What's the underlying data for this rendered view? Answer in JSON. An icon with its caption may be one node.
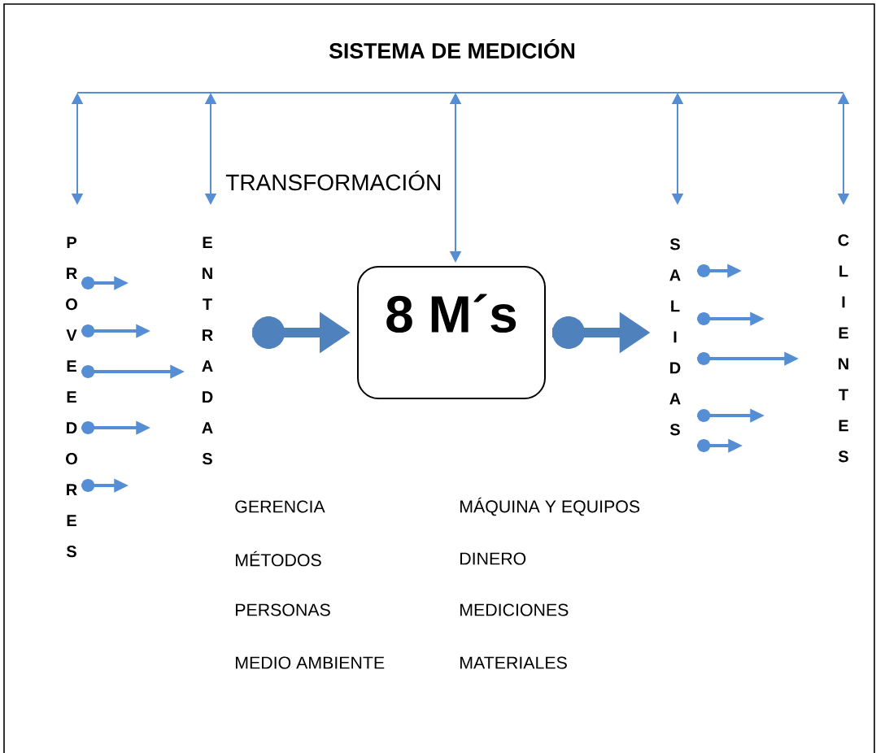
{
  "diagram": {
    "title": "SISTEMA DE MEDICIÓN",
    "nodes": [
      {
        "text": [
          "PROVEEDORES"
        ]
      },
      {
        "text": [
          "ENTRADAS"
        ]
      },
      {
        "text": [
          "8 M´s"
        ]
      },
      {
        "text": [
          "SALIDAS"
        ]
      },
      {
        "text": [
          "CLIENTES"
        ]
      }
    ],
    "edges": [
      {
        "from": null,
        "to": 0,
        "arrow": "both"
      },
      {
        "from": null,
        "to": 1,
        "arrow": "both"
      },
      {
        "from": null,
        "to": 2,
        "arrow": "both"
      },
      {
        "from": null,
        "to": 3,
        "arrow": "both"
      },
      {
        "from": null,
        "to": 4,
        "arrow": "both"
      },
      {
        "from": 0,
        "to": null,
        "arrow": "to"
      },
      {
        "from": 0,
        "to": null,
        "arrow": "to"
      },
      {
        "from": 0,
        "to": null,
        "arrow": "to"
      },
      {
        "from": 0,
        "to": null,
        "arrow": "to"
      },
      {
        "from": 0,
        "to": null,
        "arrow": "to"
      },
      {
        "from": 1,
        "to": 2,
        "arrow": "to",
        "style": "thick",
        "color": "#4f81bd"
      },
      {
        "from": 2,
        "to": 3,
        "arrow": "to",
        "style": "thick",
        "color": "#4f81bd"
      },
      {
        "from": 3,
        "to": null,
        "arrow": "to"
      },
      {
        "from": 3,
        "to": null,
        "arrow": "to"
      },
      {
        "from": 3,
        "to": null,
        "arrow": "to"
      },
      {
        "from": 3,
        "to": null,
        "arrow": "to"
      },
      {
        "from": 3,
        "to": null,
        "arrow": "to"
      }
    ],
    "labels": [
      "TRANSFORMACIÓN",
      "GERENCIA",
      "MÁQUINA Y EQUIPOS",
      "MÉTODOS",
      "DINERO",
      "PERSONAS",
      "MEDICIONES",
      "MEDIO AMBIENTE",
      "MATERIALES"
    ]
  }
}
